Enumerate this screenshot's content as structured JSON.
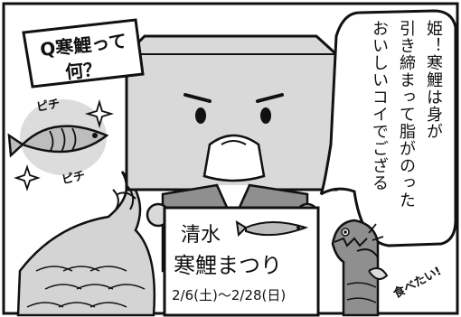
{
  "question_box": {
    "line1": "Q寒鯉って",
    "line2": "何？"
  },
  "fish_sfx": {
    "top": "ピチ",
    "bottom": "ピチ"
  },
  "speech_bubble": {
    "lines": [
      "姫！寒鯉は身が",
      "引き締まって脂がのった",
      "おいしいコイでござる"
    ]
  },
  "festival_sign": {
    "place": "清水",
    "title": "寒鯉まつり",
    "dates": "2/6(土)～2/28(日)"
  },
  "eel_exclaim": "食べたい!",
  "colors": {
    "ink": "#111111",
    "gray": "#bdbdbd",
    "light_gray": "#d4d4d4",
    "paper": "#ffffff"
  }
}
